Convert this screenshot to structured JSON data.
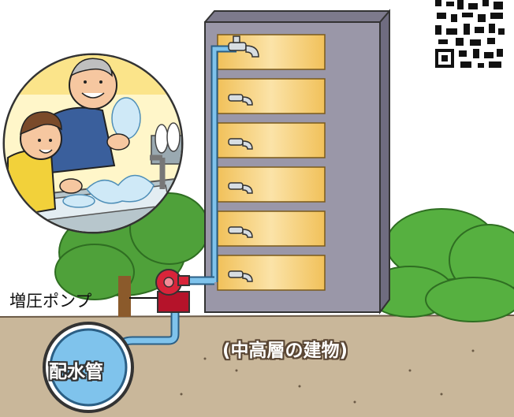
{
  "labels": {
    "booster_pump": "増圧ポンプ",
    "building_caption": "(中高層の建物)",
    "distribution_main": "配水管"
  },
  "colors": {
    "building_wall": "#9a97a8",
    "floor_band": "#f3cf7e",
    "water_pipe": "#7fc3ec",
    "pump": "#d9243a",
    "ground": "#c9b79a",
    "tree": "#4fa13a"
  },
  "icons": [
    "faucet-icon",
    "qr-code-icon",
    "booster-pump-icon",
    "water-main-pipe-icon"
  ]
}
